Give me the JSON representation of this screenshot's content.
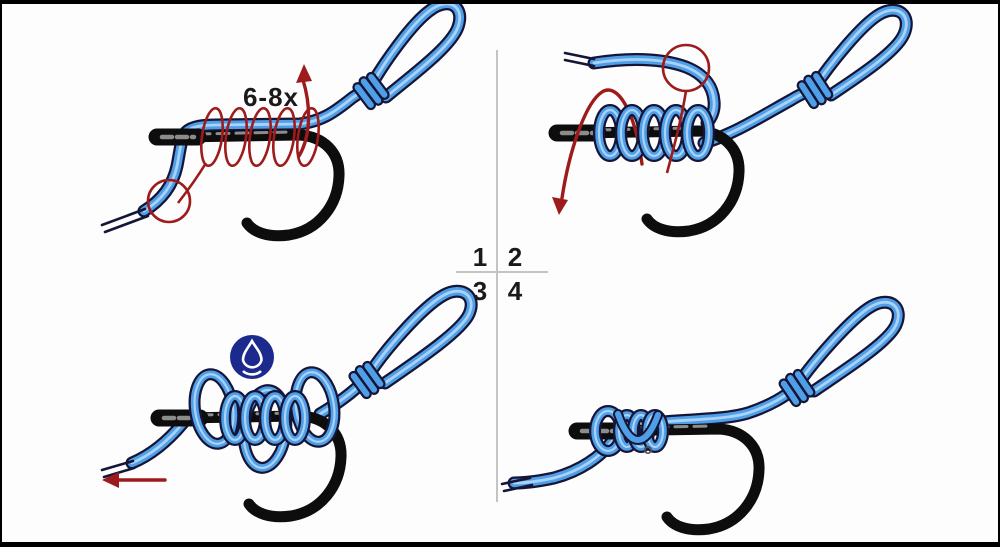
{
  "annotations": {
    "wrap_count_label": "6-8x"
  },
  "step_numbers": {
    "step1": "1",
    "step2": "2",
    "step3": "3",
    "step4": "4"
  },
  "icons": {
    "moisten_droplet": "water-droplet-icon"
  },
  "colors": {
    "background": "#fdfdfd",
    "frame_black": "#000000",
    "line_blue": "#4f9fe8",
    "line_highlight": "#aad2f6",
    "line_outline": "#151538",
    "hook_black": "#0d0d0d",
    "hook_highlight": "#8c8c8c",
    "annotation_red": "#9e1b1b",
    "droplet_badge": "#1b2a8c",
    "divider_gray": "#c4c4c4",
    "text_black": "#1a1a1a"
  }
}
